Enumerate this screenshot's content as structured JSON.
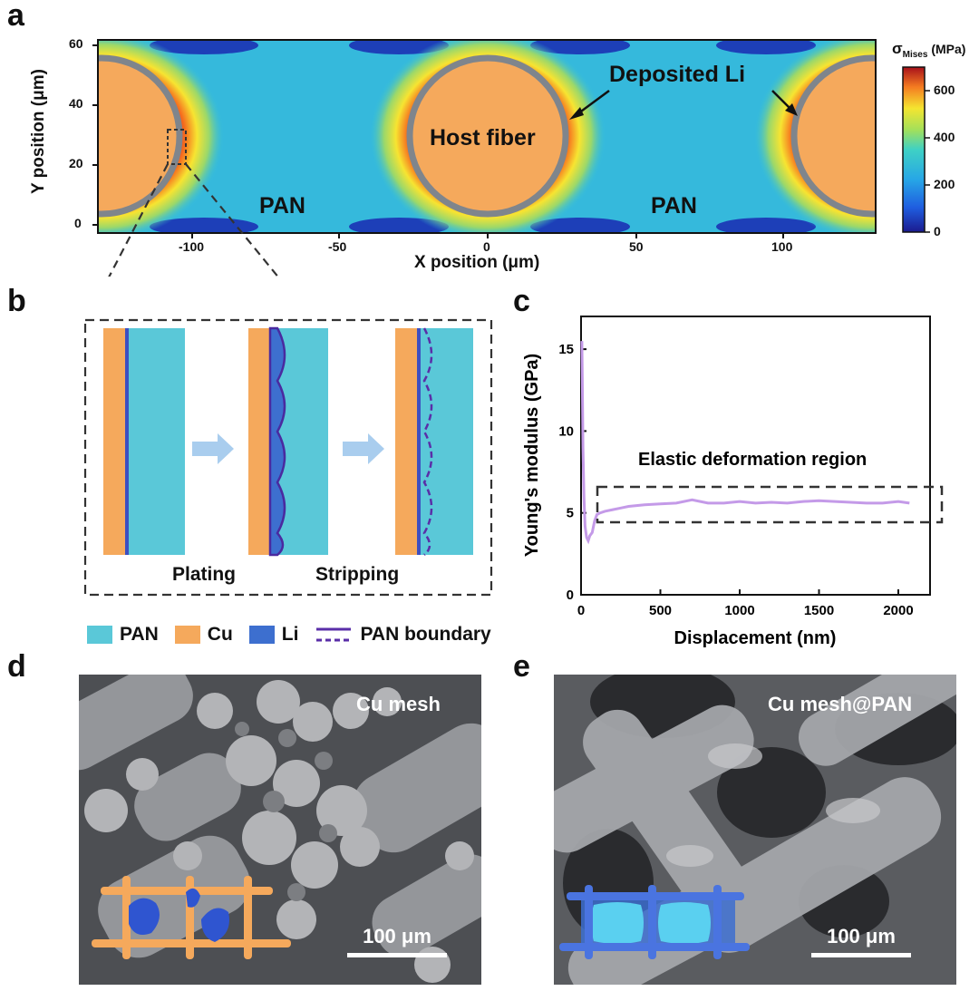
{
  "panels": {
    "a": {
      "label": "a",
      "ylabel": "Y position (μm)",
      "xlabel": "X position (μm)",
      "xticks": [
        "-100",
        "-50",
        "0",
        "50",
        "100"
      ],
      "yticks": [
        "0",
        "20",
        "40",
        "60"
      ],
      "annotations": {
        "host_fiber": "Host fiber",
        "deposited": "Deposited Li",
        "pan": "PAN"
      },
      "colorbar": {
        "label_main": "σ",
        "label_sub": "Mises",
        "label_unit": "(MPa)",
        "ticks": [
          "0",
          "200",
          "400",
          "600"
        ]
      }
    },
    "b": {
      "label": "b",
      "steps": [
        "Plating",
        "Stripping"
      ]
    },
    "legend": {
      "pan": "PAN",
      "cu": "Cu",
      "li": "Li",
      "boundary": "PAN boundary"
    },
    "c": {
      "label": "c",
      "annotation": "Elastic deformation region"
    },
    "d": {
      "label": "d",
      "title": "Cu mesh",
      "scale": "100 μm"
    },
    "e": {
      "label": "e",
      "title": "Cu mesh@PAN",
      "scale": "100 μm"
    }
  },
  "colors": {
    "pan": "#5ac8d8",
    "cu": "#f5a95c",
    "li": "#3d6fcf",
    "boundary": "#5a2ea8",
    "curve": "#c49ae8",
    "gray": "#7f858c"
  },
  "chart_data": {
    "type": "line",
    "xlabel": "Displacement (nm)",
    "ylabel": "Young's modulus (GPa)",
    "xlim": [
      0,
      2200
    ],
    "ylim": [
      0,
      17
    ],
    "xticks": [
      0,
      500,
      1000,
      1500,
      2000
    ],
    "yticks": [
      0,
      5,
      10,
      15
    ],
    "series": [
      {
        "x": [
          5,
          8,
          12,
          18,
          25,
          35,
          45,
          55,
          70,
          85,
          100,
          120,
          150,
          200,
          250,
          300,
          400,
          500,
          600,
          700,
          800,
          900,
          1000,
          1100,
          1200,
          1300,
          1400,
          1500,
          1600,
          1700,
          1800,
          1900,
          2000,
          2070
        ],
        "y": [
          15.5,
          13,
          9,
          6,
          4.2,
          3.5,
          3.3,
          3.6,
          3.8,
          4.5,
          4.9,
          5.0,
          5.1,
          5.2,
          5.3,
          5.4,
          5.5,
          5.55,
          5.6,
          5.8,
          5.6,
          5.6,
          5.7,
          5.6,
          5.65,
          5.6,
          5.7,
          5.75,
          5.7,
          5.65,
          5.6,
          5.6,
          5.7,
          5.6
        ]
      }
    ],
    "annotation": "Elastic deformation region"
  }
}
